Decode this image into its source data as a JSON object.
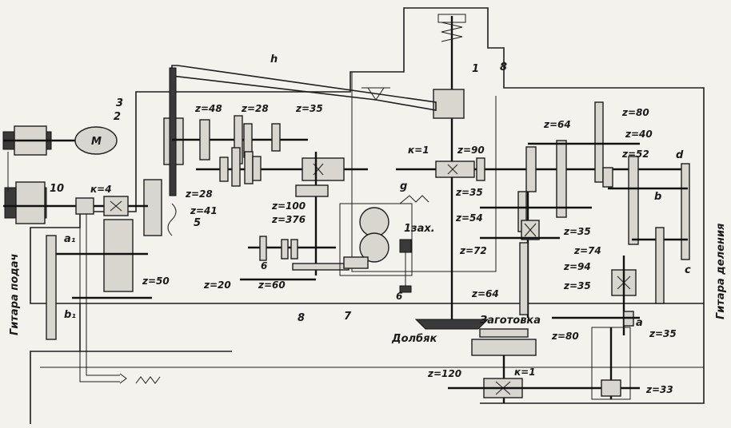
{
  "labels": {
    "motor": "M",
    "n1": "1",
    "n2": "2",
    "n3": "3",
    "n5": "5",
    "n7": "7",
    "n8": "8",
    "n8b": "8",
    "n10": "10",
    "h": "h",
    "g": "g",
    "b_top": "b",
    "d": "d",
    "c": "c",
    "a": "a",
    "six_small": "6",
    "six_mid": "6",
    "a1": "a₁",
    "b1": "b₁",
    "k1_top": "к=1",
    "k4": "к=4",
    "k1_bottom": "к=1",
    "threads": "1зах.",
    "z48": "z=48",
    "z28a": "z=28",
    "z35a": "z=35",
    "z28b": "z=28",
    "z41": "z=41",
    "z100": "z=100",
    "z376": "z=376",
    "z20": "z=20",
    "z60": "z=60",
    "z50": "z=50",
    "z90": "z=90",
    "z64a": "z=64",
    "z80a": "z=80",
    "z40": "z=40",
    "z52": "z=52",
    "z35b": "z=35",
    "z54": "z=54",
    "z35c": "z=35",
    "z72": "z=72",
    "z74": "z=74",
    "z94": "z=94",
    "z64b": "z=64",
    "z35d": "z=35",
    "z35e": "z=35",
    "z80b": "z=80",
    "z120": "z=120",
    "z33": "z=33",
    "workpiece": "Заготовка",
    "cutter": "Долбяк",
    "feed_guitar": "Гитара подач",
    "division_guitar": "Гитара деления"
  }
}
